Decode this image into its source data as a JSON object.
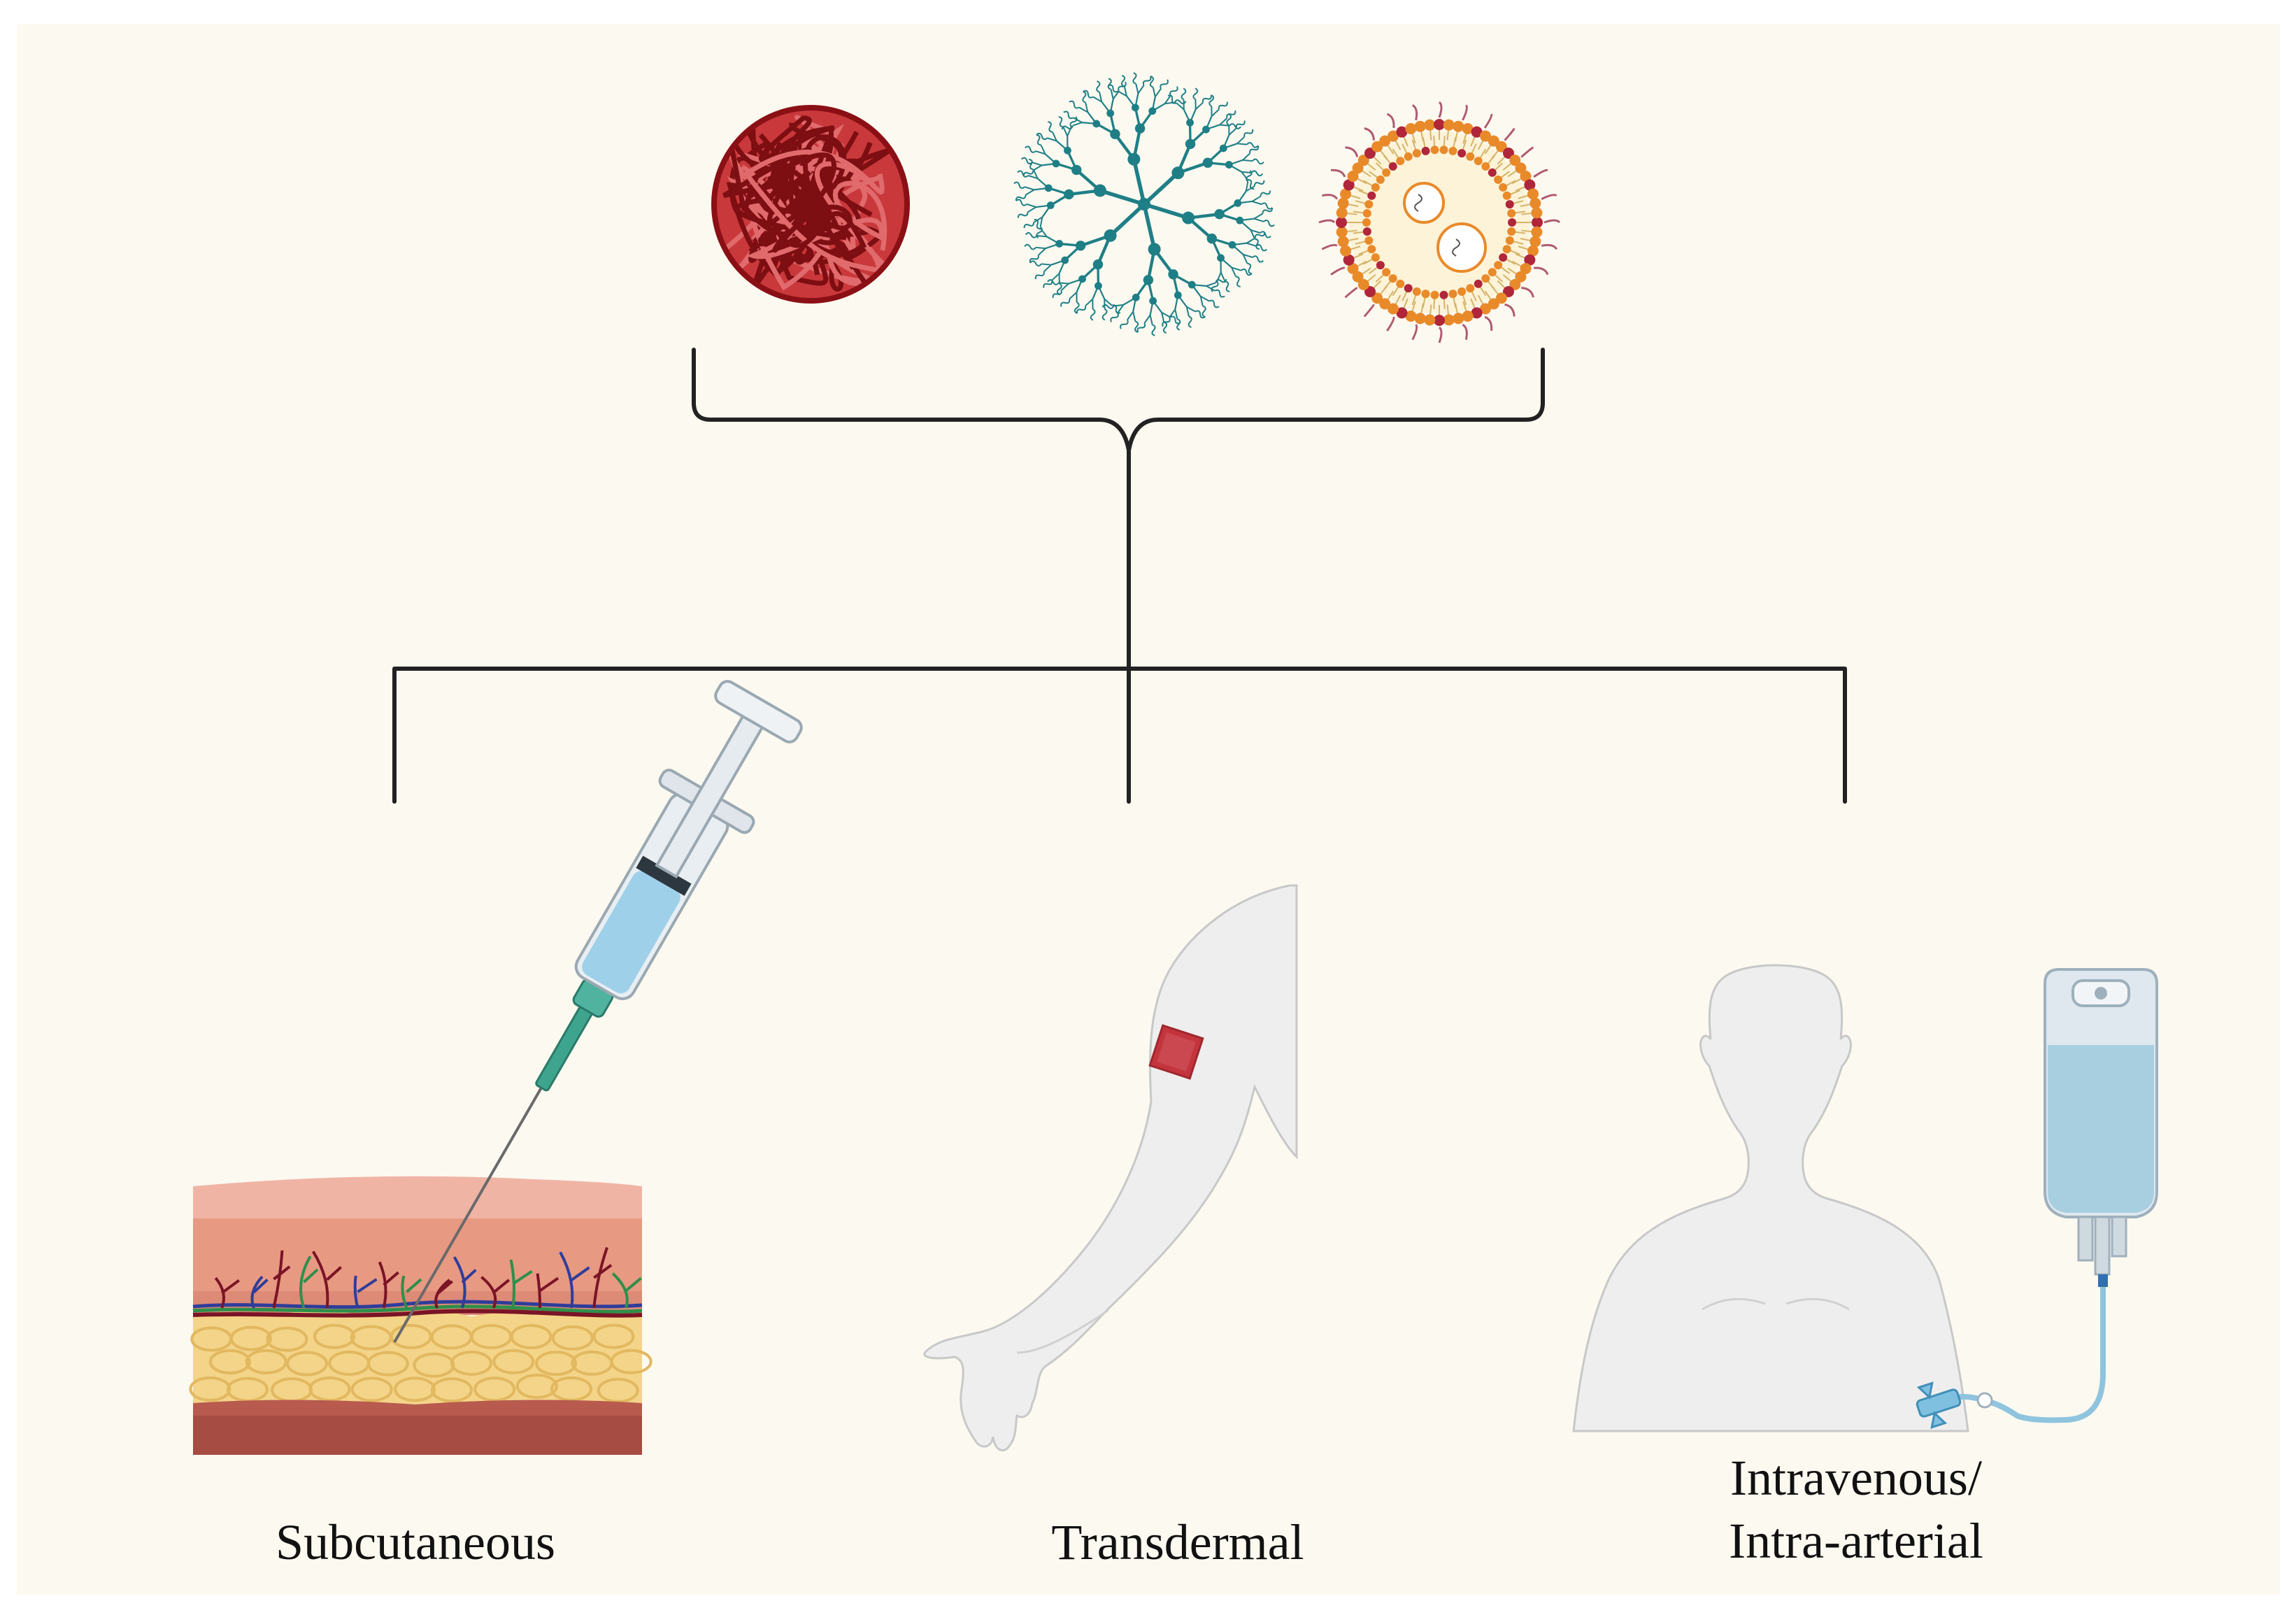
{
  "routes": {
    "subcutaneous": "Subcutaneous",
    "transdermal": "Transdermal",
    "intravascular_line1": "Intravenous/",
    "intravascular_line2": "Intra-arterial"
  },
  "colors": {
    "background": "#fcf9f0",
    "polymer": "#a3161a",
    "dendrimer": "#1f7f86",
    "liposome_head": "#e98a2a",
    "connector": "#222222",
    "skin_top": "#e9a08e",
    "fat": "#f3d488",
    "patch": "#c4343c",
    "iv_fluid": "#a8cfe0"
  }
}
